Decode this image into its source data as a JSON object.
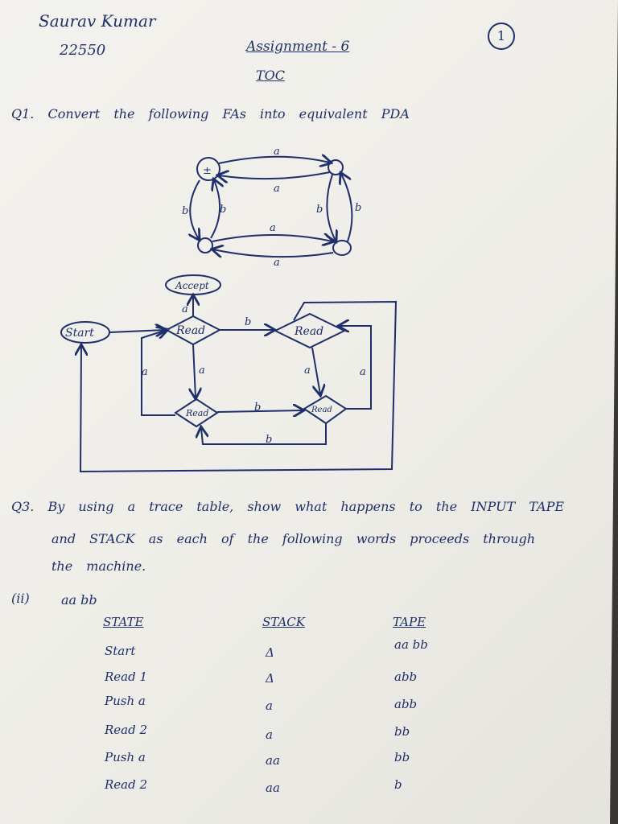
{
  "header": {
    "name": "Saurav Kumar",
    "roll_no": "22550",
    "assignment": "Assignment - 6",
    "subject": "TOC",
    "page": "1"
  },
  "questions": {
    "q1": "Q1. Convert the following FAs into equivalent PDA",
    "q3": [
      "Q3. By using a trace table, show what happens to the INPUT TAPE",
      "and STACK as each of the following words proceeds through",
      "the machine."
    ]
  },
  "fa_diagram": {
    "start_mark": "±",
    "labels": [
      "a",
      "a",
      "b",
      "b",
      "b",
      "b",
      "a",
      "a"
    ]
  },
  "pda_diagram": {
    "accept": "Accept",
    "start": "Start",
    "read_big": "Read",
    "read_small": "Read",
    "edge_labels": [
      "a",
      "b",
      "a",
      "a",
      "a",
      "a",
      "b",
      "b"
    ]
  },
  "trace": {
    "part": "(ii)",
    "word": "aa bb",
    "headers": [
      "STATE",
      "STACK",
      "TAPE"
    ],
    "rows": [
      {
        "state": "Start",
        "stack": "Δ",
        "tape": "aa bb"
      },
      {
        "state": "Read 1",
        "stack": "Δ",
        "tape": "abb"
      },
      {
        "state": "Push a",
        "stack": "a",
        "tape": "abb"
      },
      {
        "state": "Read 2",
        "stack": "a",
        "tape": "bb"
      },
      {
        "state": "Push a",
        "stack": "aa",
        "tape": "bb"
      },
      {
        "state": "Read 2",
        "stack": "aa",
        "tape": "b"
      }
    ]
  }
}
